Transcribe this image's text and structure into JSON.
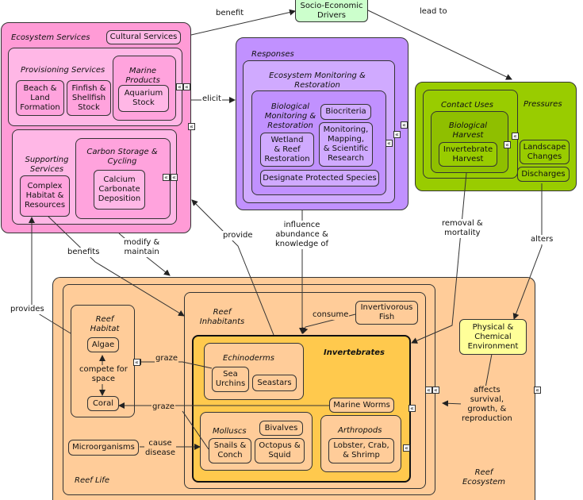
{
  "colors": {
    "pink": "#ff9bd6",
    "purple": "#c191ff",
    "green": "#99cc00",
    "orange": "#ffcc99",
    "yellow": "#ffff99",
    "gold": "#ffc94d"
  },
  "groups": {
    "ecosystem_services": "Ecosystem Services",
    "provisioning_services": "Provisioning Services",
    "marine_products": "Marine Products",
    "supporting_services": "Supporting Services",
    "carbon_storage": "Carbon Storage & Cycling",
    "responses": "Responses",
    "monitoring_restoration": "Ecosystem Monitoring & Restoration",
    "biological_monitoring": "Biological Monitoring & Restoration",
    "pressures": "Pressures",
    "contact_uses": "Contact Uses",
    "biological_harvest": "Biological Harvest",
    "reef_ecosystem": "Reef Ecosystem",
    "reef_life": "Reef Life",
    "reef_habitat": "Reef Habitat",
    "reef_inhabitants": "Reef Inhabitants",
    "invertebrates": "Invertebrates",
    "echinoderms": "Echinoderms",
    "molluscs": "Molluscs",
    "arthropods": "Arthropods"
  },
  "nodes": {
    "cultural_services": "Cultural Services",
    "beach_land": "Beach &\nLand\nFormation",
    "finfish": "Finfish &\nShellfish\nStock",
    "aquarium": "Aquarium\nStock",
    "complex_habitat": "Complex\nHabitat &\nResources",
    "calcium": "Calcium\nCarbonate\nDeposition",
    "socio": "Socio-Economic\nDrivers",
    "biocriteria": "Biocriteria",
    "wetland": "Wetland\n& Reef\nRestoration",
    "monitoring": "Monitoring,\nMapping,\n& Scientific\nResearch",
    "designate": "Designate Protected Species",
    "invert_harvest": "Invertebrate\nHarvest",
    "landscape": "Landscape\nChanges",
    "discharges": "Discharges",
    "physical": "Physical &\nChemical\nEnvironment",
    "algae": "Algae",
    "coral": "Coral",
    "invertivorous": "Invertivorous\nFish",
    "sea_urchins": "Sea\nUrchins",
    "seastars": "Seastars",
    "marine_worms": "Marine Worms",
    "bivalves": "Bivalves",
    "snails": "Snails &\nConch",
    "octopus": "Octopus &\nSquid",
    "lobster": "Lobster, Crab,\n& Shrimp",
    "microorganisms": "Microorganisms"
  },
  "links": {
    "benefit": "benefit",
    "lead_to": "lead to",
    "elicit": "elicit",
    "influence": "influence\nabundance &\nknowledge of",
    "removal": "removal &\nmortality",
    "alters": "alters",
    "provide": "provide",
    "benefits": "benefits",
    "modify": "modify &\nmaintain",
    "provides": "provides",
    "consume": "consume",
    "compete": "compete for\nspace",
    "graze1": "graze",
    "graze2": "graze",
    "affects": "affects\nsurvival,\ngrowth, &\nreproduction",
    "cause_disease": "cause\ndisease"
  }
}
